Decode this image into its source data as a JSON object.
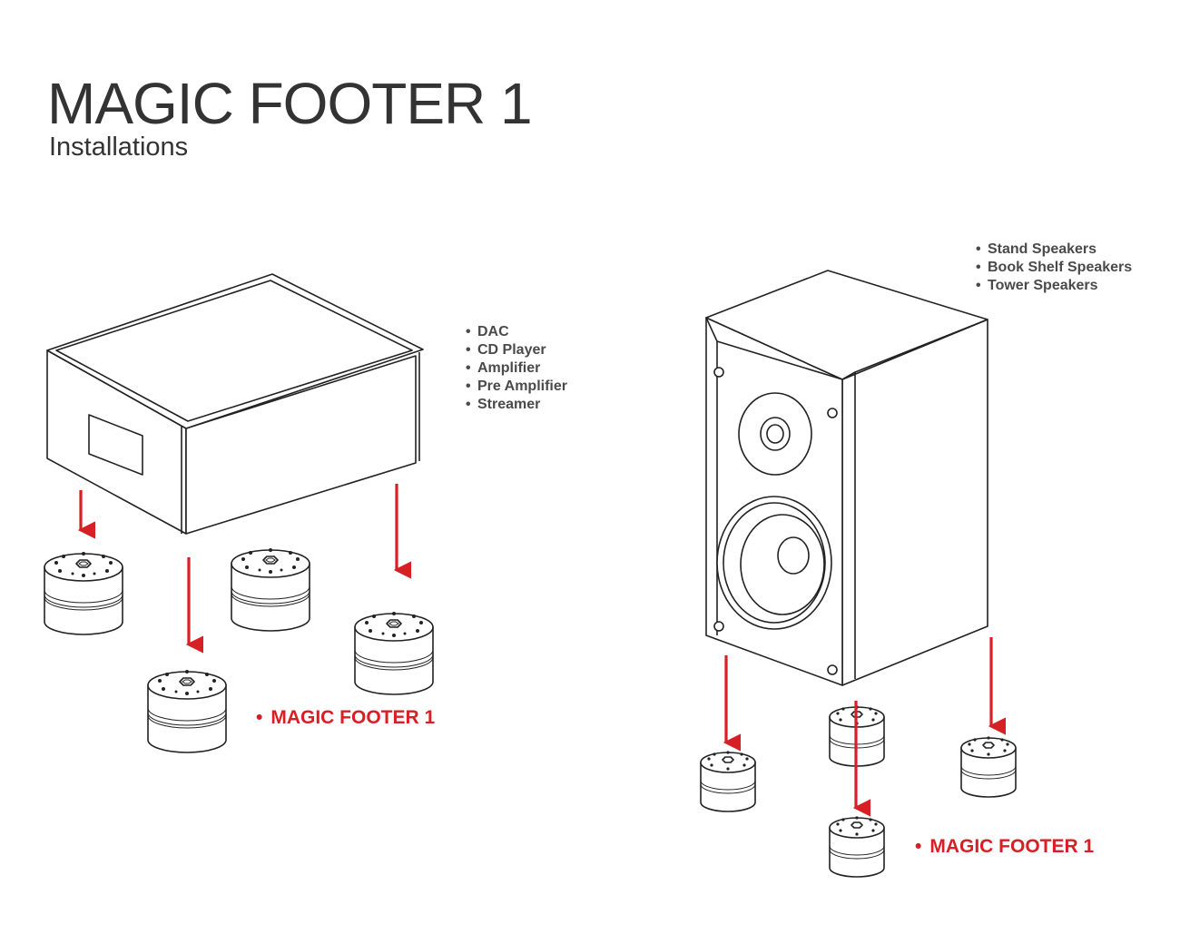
{
  "header": {
    "title": "MAGIC FOOTER 1",
    "subtitle": "Installations"
  },
  "components": {
    "items": [
      "DAC",
      "CD Player",
      "Amplifier",
      "Pre Amplifier",
      "Streamer"
    ],
    "product_label": "MAGIC FOOTER 1"
  },
  "speakers": {
    "items": [
      "Stand Speakers",
      "Book Shelf Speakers",
      "Tower Speakers"
    ],
    "product_label": "MAGIC FOOTER 1"
  },
  "colors": {
    "accent_red": "#d71f26",
    "line": "#222222",
    "text": "#3a3a3a"
  }
}
